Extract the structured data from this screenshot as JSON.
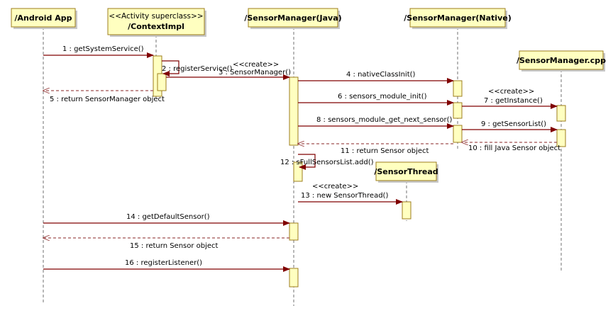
{
  "diagram": {
    "lifelines": [
      {
        "id": "app",
        "name": "/Android App",
        "stereotype": ""
      },
      {
        "id": "ctx",
        "name": "/ContextImpl",
        "stereotype": "<<Activity superclass>>"
      },
      {
        "id": "smj",
        "name": "/SensorManager(Java)",
        "stereotype": ""
      },
      {
        "id": "smn",
        "name": "/SensorManager(Native)",
        "stereotype": ""
      },
      {
        "id": "cpp",
        "name": "/SensorManager.cpp",
        "stereotype": ""
      },
      {
        "id": "thr",
        "name": "/SensorThread",
        "stereotype": ""
      }
    ],
    "messages": [
      {
        "id": "m1",
        "from": "app",
        "to": "ctx",
        "type": "call",
        "label": "1 : getSystemService()"
      },
      {
        "id": "m2",
        "from": "ctx",
        "to": "ctx",
        "type": "self",
        "label": "2 : registerService()"
      },
      {
        "id": "m3",
        "from": "ctx",
        "to": "smj",
        "type": "create",
        "label": "3 : SensorManager()",
        "stereotype": "<<create>>"
      },
      {
        "id": "m4",
        "from": "smj",
        "to": "smn",
        "type": "call",
        "label": "4 : nativeClassInit()"
      },
      {
        "id": "m5",
        "from": "ctx",
        "to": "app",
        "type": "return",
        "label": "5 : return SensorManager object"
      },
      {
        "id": "m6",
        "from": "smj",
        "to": "smn",
        "type": "call",
        "label": "6 : sensors_module_init()"
      },
      {
        "id": "m7",
        "from": "smn",
        "to": "cpp",
        "type": "create",
        "label": "7 : getInstance()",
        "stereotype": "<<create>>"
      },
      {
        "id": "m8",
        "from": "smj",
        "to": "smn",
        "type": "call",
        "label": "8 : sensors_module_get_next_sensor()"
      },
      {
        "id": "m9",
        "from": "smn",
        "to": "cpp",
        "type": "call",
        "label": "9 : getSensorList()"
      },
      {
        "id": "m10",
        "from": "cpp",
        "to": "smn",
        "type": "return",
        "label": "10 : fill Java Sensor object"
      },
      {
        "id": "m11",
        "from": "smn",
        "to": "smj",
        "type": "return",
        "label": "11 : return Sensor object"
      },
      {
        "id": "m12",
        "from": "smj",
        "to": "smj",
        "type": "self",
        "label": "12 : sFullSensorsList.add()"
      },
      {
        "id": "m13",
        "from": "smj",
        "to": "thr",
        "type": "create",
        "label": "13 : new SensorThread()",
        "stereotype": "<<create>>"
      },
      {
        "id": "m14",
        "from": "app",
        "to": "smj",
        "type": "call",
        "label": "14 : getDefaultSensor()"
      },
      {
        "id": "m15",
        "from": "smj",
        "to": "app",
        "type": "return",
        "label": "15 : return Sensor object"
      },
      {
        "id": "m16",
        "from": "app",
        "to": "smj",
        "type": "call",
        "label": "16 : registerListener()"
      }
    ],
    "colors": {
      "box_fill": "#ffffc0",
      "box_stroke": "#9c7c1c",
      "message_line": "#800000",
      "return_line": "#a05050",
      "lifeline": "#707070",
      "text": "#000000"
    }
  }
}
